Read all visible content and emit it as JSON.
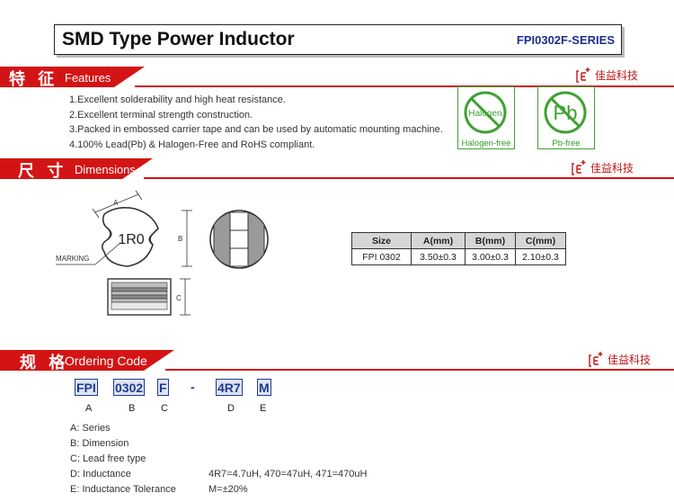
{
  "header": {
    "title": "SMD Type Power Inductor",
    "series": "FPI0302F-SERIES"
  },
  "sections": {
    "features": {
      "cn": "特 征",
      "en": "Features"
    },
    "dimensions": {
      "cn": "尺 寸",
      "en": "Dimensions"
    },
    "ordering": {
      "cn": "规 格",
      "en": "Ordering Code"
    }
  },
  "brand": {
    "name": "佳益科技",
    "icon": "jiayi-logo-icon"
  },
  "features": [
    "1.Excellent solderability and high heat resistance.",
    "2.Excellent terminal strength construction.",
    "3.Packed in embossed carrier tape and can be used by automatic mounting machine.",
    "4.100% Lead(Pb) & Halogen-Free and RoHS compliant."
  ],
  "certs": {
    "halogen": {
      "symbol": "Halogen",
      "label": "Halogen-free"
    },
    "pb": {
      "symbol": "Pb",
      "label": "Pb-free"
    }
  },
  "drawing": {
    "marking_label": "MARKING",
    "marking_text": "1R0",
    "dim_a": "A",
    "dim_b": "B",
    "dim_c": "C"
  },
  "dimension_table": {
    "headers": [
      "Size",
      "A(mm)",
      "B(mm)",
      "C(mm)"
    ],
    "rows": [
      [
        "FPI 0302",
        "3.50±0.3",
        "3.00±0.3",
        "2.10±0.3"
      ]
    ]
  },
  "ordering_code": {
    "parts": [
      "FPI",
      "0302",
      "F",
      "-",
      "4R7",
      "M"
    ],
    "letters": [
      "A",
      "B",
      "C",
      "D",
      "E"
    ]
  },
  "legend": [
    {
      "label": "A: Series",
      "value": ""
    },
    {
      "label": "B: Dimension",
      "value": ""
    },
    {
      "label": "C: Lead free type",
      "value": ""
    },
    {
      "label": "D: Inductance",
      "value": "4R7=4.7uH, 470=47uH, 471=470uH"
    },
    {
      "label": "E: Inductance Tolerance",
      "value": "M=±20%"
    }
  ],
  "colors": {
    "accent_red": "#d31414",
    "code_blue": "#1f3a93",
    "cert_green": "#3fa132"
  }
}
